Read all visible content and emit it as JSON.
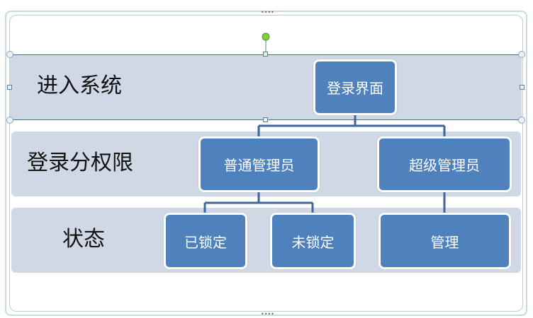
{
  "rows": [
    {
      "label": "进入系统"
    },
    {
      "label": "登录分权限"
    },
    {
      "label": "状态"
    }
  ],
  "nodes": {
    "login": "登录界面",
    "normal_admin": "普通管理员",
    "super_admin": "超级管理员",
    "locked": "已锁定",
    "unlocked": "未锁定",
    "manage": "管理"
  },
  "colors": {
    "band": "#d0d7e5",
    "node": "#4f81bd",
    "connector": "#3d669b"
  }
}
